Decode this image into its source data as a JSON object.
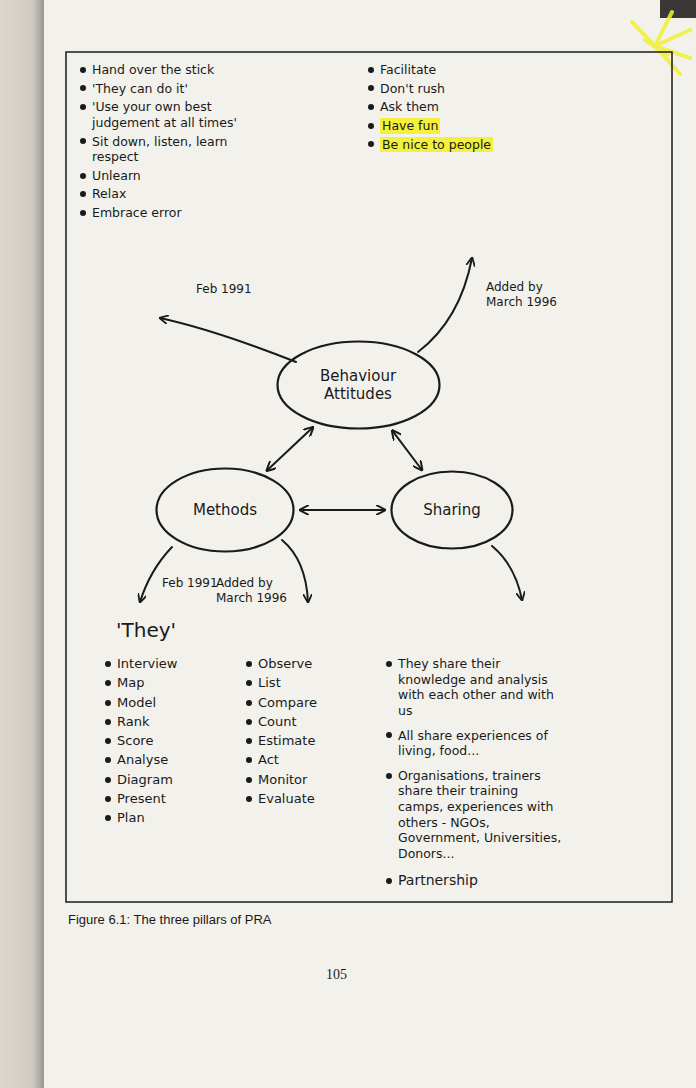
{
  "diagram": {
    "caption": "Figure 6.1: The three pillars of PRA",
    "nodes": [
      {
        "text": [
          "Behaviour Attitudes"
        ]
      },
      {
        "text": [
          "Methods"
        ]
      },
      {
        "text": [
          "Sharing"
        ]
      }
    ],
    "edges": [
      {
        "from": 0,
        "to": 1,
        "arrow": "both"
      },
      {
        "from": 0,
        "to": 2,
        "arrow": "both"
      },
      {
        "from": 1,
        "to": 2,
        "arrow": "both"
      }
    ],
    "labels": [
      "Hand over the stick",
      "'They can do it'",
      "'Use your own best judgement at all times'",
      "Sit down, listen, learn respect",
      "Unlearn",
      "Relax",
      "Embrace error",
      "Facilitate",
      "Don't rush",
      "Ask them",
      "Have fun",
      "Be nice to people",
      "Feb 1991",
      "Added by March 1996",
      "Feb 1991",
      "Added by March 1996",
      "'They'",
      "Interview",
      "Map",
      "Model",
      "Rank",
      "Score",
      "Analyse",
      "Diagram",
      "Present",
      "Plan",
      "Observe",
      "List",
      "Compare",
      "Count",
      "Estimate",
      "Act",
      "Monitor",
      "Evaluate",
      "They share their knowledge and analysis with each other and with us",
      "All share experiences of living, food...",
      "Organisations, trainers share their training camps, experiences with others - NGOs, Government, Universities, Donors...",
      "Partnership",
      "105"
    ]
  }
}
